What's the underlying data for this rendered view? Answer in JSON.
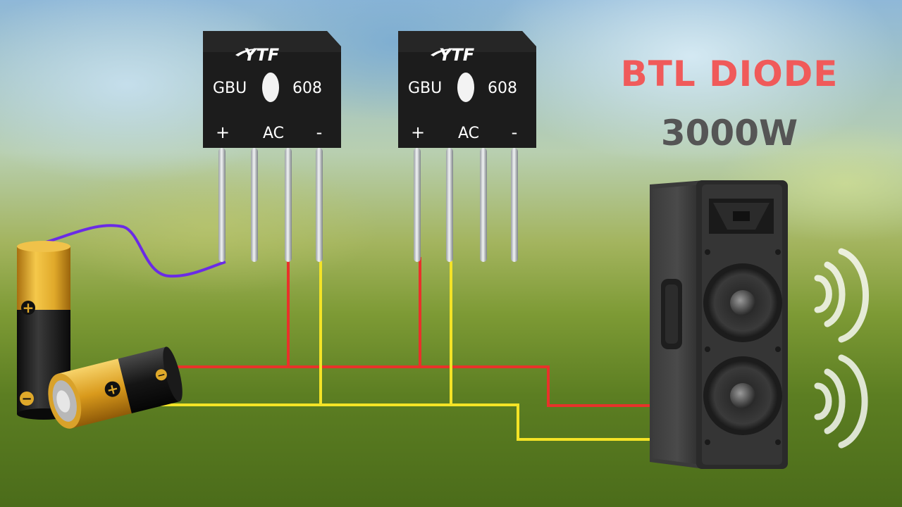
{
  "title": "BTL DIODE",
  "power": "3000W",
  "bridges": [
    {
      "brand": "YTF",
      "left_label": "GBU",
      "right_label": "608",
      "pins": [
        "+",
        "AC",
        "-"
      ]
    },
    {
      "brand": "YTF",
      "left_label": "GBU",
      "right_label": "608",
      "pins": [
        "+",
        "AC",
        "-"
      ]
    }
  ],
  "battery_marks": {
    "plus": "+",
    "minus": "−"
  },
  "colors": {
    "red_wire": "#e8322a",
    "yellow_wire": "#f4e326",
    "purple_wire": "#6a2be6",
    "title": "#f05a5a",
    "power": "#555555",
    "bridge_body": "#1c1c1c",
    "battery_gold": "#e0a92a"
  },
  "icons": [
    "battery-icon",
    "bridge-rectifier-icon",
    "speaker-icon",
    "sound-wave-icon"
  ]
}
